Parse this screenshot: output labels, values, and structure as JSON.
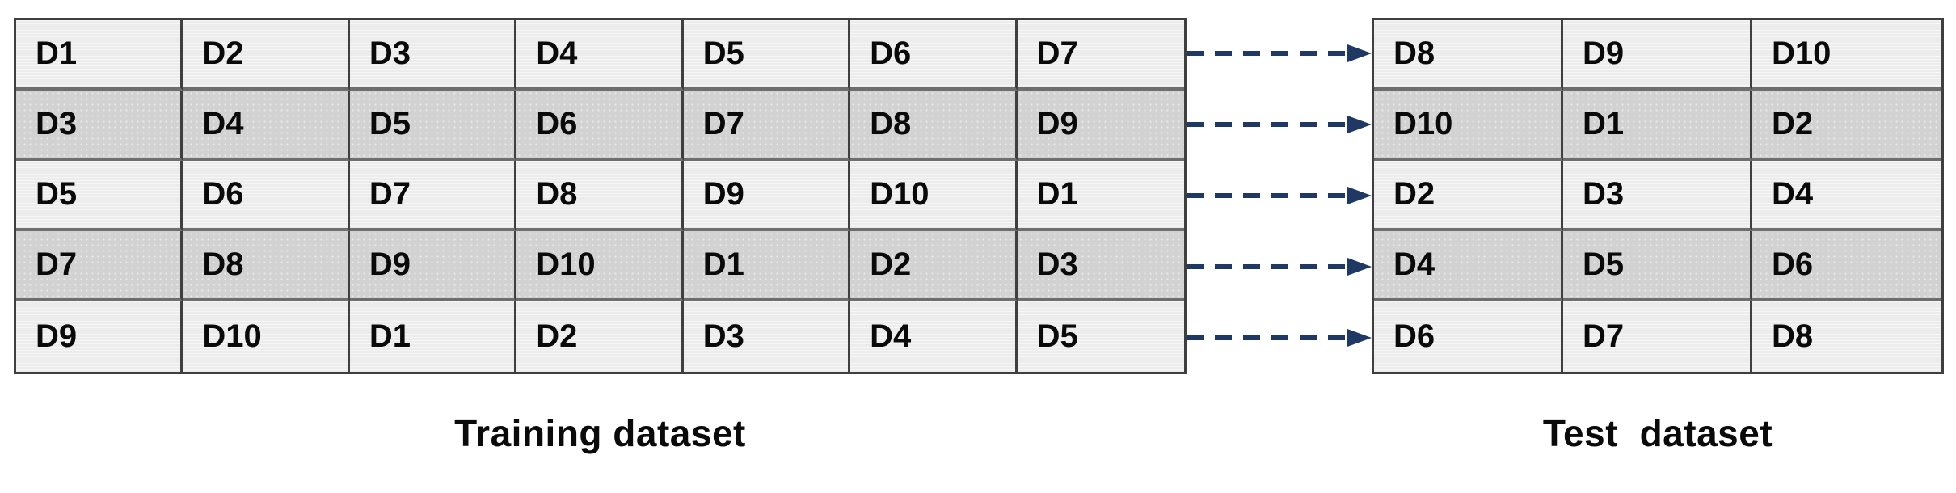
{
  "diagram": {
    "training": {
      "label": "Training dataset",
      "columns": 7,
      "rows": [
        [
          "D1",
          "D2",
          "D3",
          "D4",
          "D5",
          "D6",
          "D7"
        ],
        [
          "D3",
          "D4",
          "D5",
          "D6",
          "D7",
          "D8",
          "D9"
        ],
        [
          "D5",
          "D6",
          "D7",
          "D8",
          "D9",
          "D10",
          "D1"
        ],
        [
          "D7",
          "D8",
          "D9",
          "D10",
          "D1",
          "D2",
          "D3"
        ],
        [
          "D9",
          "D10",
          "D1",
          "D2",
          "D3",
          "D4",
          "D5"
        ]
      ]
    },
    "test": {
      "label": "Test  dataset",
      "columns": 3,
      "rows": [
        [
          "D8",
          "D9",
          "D10"
        ],
        [
          "D10",
          "D1",
          "D2"
        ],
        [
          "D2",
          "D3",
          "D4"
        ],
        [
          "D4",
          "D5",
          "D6"
        ],
        [
          "D6",
          "D7",
          "D8"
        ]
      ]
    },
    "arrows": {
      "count": 5,
      "style": "dashed",
      "direction": "right",
      "color": "#1f3864"
    },
    "colors": {
      "row_light": "#ececec",
      "row_dark": "#d2d2d2",
      "border": "#3f3f3f",
      "row_divider": "#6e6e6e",
      "text": "#0a0a0a"
    }
  }
}
